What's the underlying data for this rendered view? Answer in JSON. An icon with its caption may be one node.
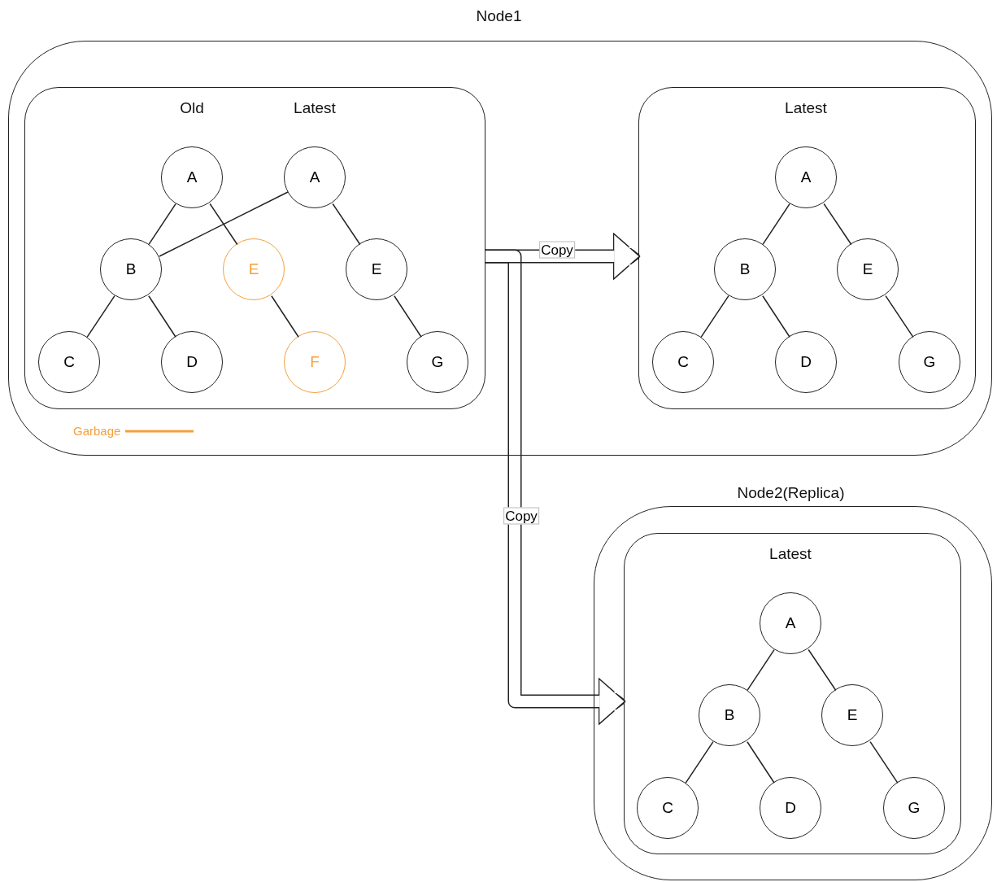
{
  "diagram": {
    "nodes": [
      {
        "text": [
          "Node1"
        ]
      },
      {
        "text": [
          "Old",
          "Latest"
        ],
        "in": 0
      },
      {
        "text": [
          "A"
        ],
        "in": 1
      },
      {
        "text": [
          "A"
        ],
        "in": 1
      },
      {
        "text": [
          "B"
        ],
        "in": 1
      },
      {
        "text": [
          "E"
        ],
        "in": 1
      },
      {
        "text": [
          "E"
        ],
        "in": 1
      },
      {
        "text": [
          "C"
        ],
        "in": 1
      },
      {
        "text": [
          "D"
        ],
        "in": 1
      },
      {
        "text": [
          "F"
        ],
        "in": 1
      },
      {
        "text": [
          "G"
        ],
        "in": 1
      },
      {
        "text": [
          "Latest"
        ],
        "in": 0
      },
      {
        "text": [
          "A"
        ],
        "in": 11
      },
      {
        "text": [
          "B"
        ],
        "in": 11
      },
      {
        "text": [
          "E"
        ],
        "in": 11
      },
      {
        "text": [
          "C"
        ],
        "in": 11
      },
      {
        "text": [
          "D"
        ],
        "in": 11
      },
      {
        "text": [
          "G"
        ],
        "in": 11
      },
      {
        "text": [
          "Node2(Replica)"
        ]
      },
      {
        "text": [
          "Latest"
        ],
        "in": 18
      },
      {
        "text": [
          "A"
        ],
        "in": 19
      },
      {
        "text": [
          "B"
        ],
        "in": 19
      },
      {
        "text": [
          "E"
        ],
        "in": 19
      },
      {
        "text": [
          "C"
        ],
        "in": 19
      },
      {
        "text": [
          "D"
        ],
        "in": 19
      },
      {
        "text": [
          "G"
        ],
        "in": 19
      }
    ],
    "edges": [
      {
        "from": 2,
        "to": 4,
        "arrow": "none"
      },
      {
        "from": 2,
        "to": 5,
        "arrow": "none"
      },
      {
        "from": 3,
        "to": 4,
        "arrow": "none"
      },
      {
        "from": 3,
        "to": 6,
        "arrow": "none"
      },
      {
        "from": 4,
        "to": 7,
        "arrow": "none"
      },
      {
        "from": 4,
        "to": 8,
        "arrow": "none"
      },
      {
        "from": 5,
        "to": 9,
        "arrow": "none"
      },
      {
        "from": 6,
        "to": 10,
        "arrow": "none"
      },
      {
        "from": 12,
        "to": 13,
        "arrow": "none"
      },
      {
        "from": 12,
        "to": 14,
        "arrow": "none"
      },
      {
        "from": 13,
        "to": 15,
        "arrow": "none"
      },
      {
        "from": 13,
        "to": 16,
        "arrow": "none"
      },
      {
        "from": 14,
        "to": 17,
        "arrow": "none"
      },
      {
        "from": 20,
        "to": 21,
        "arrow": "none"
      },
      {
        "from": 20,
        "to": 22,
        "arrow": "none"
      },
      {
        "from": 21,
        "to": 23,
        "arrow": "none"
      },
      {
        "from": 21,
        "to": 24,
        "arrow": "none"
      },
      {
        "from": 22,
        "to": 25,
        "arrow": "none"
      },
      {
        "from": 1,
        "to": 19,
        "arrow": "to",
        "style": "thick",
        "label": "Copy"
      },
      {
        "from": 1,
        "to": 11,
        "arrow": "to",
        "style": "thick",
        "label": "Copy"
      }
    ],
    "legend": [
      {
        "text": "Garbage"
      }
    ]
  }
}
